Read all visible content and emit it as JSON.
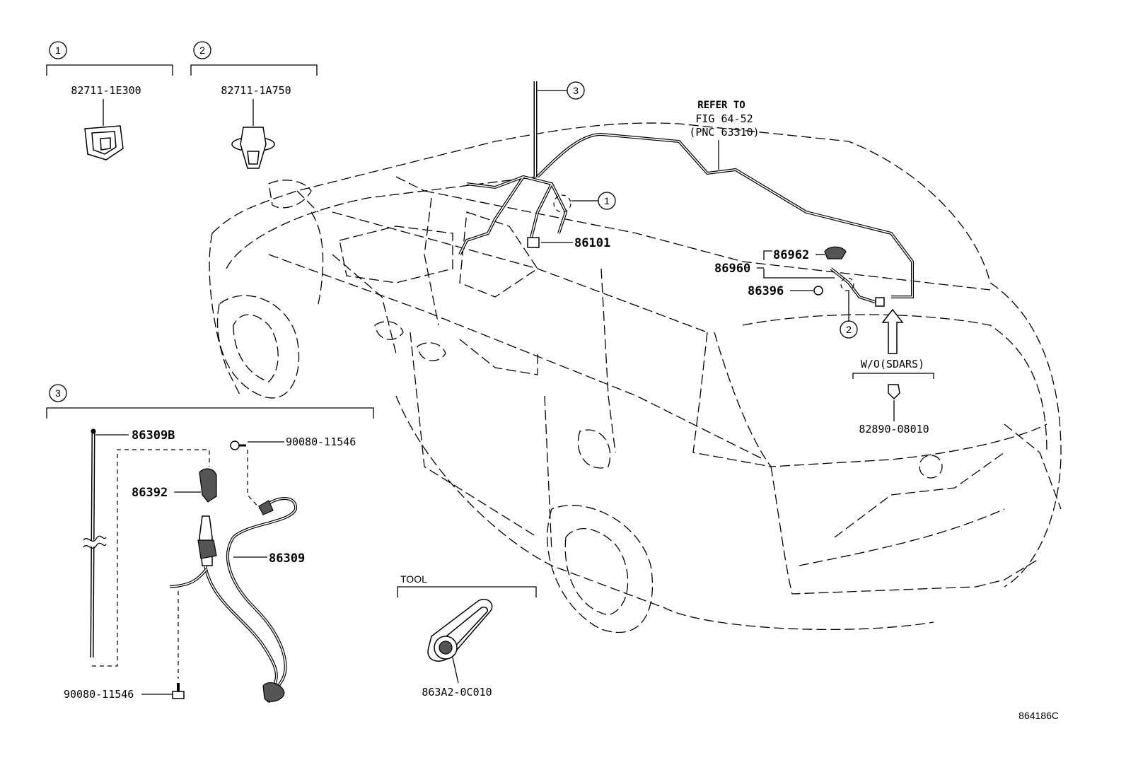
{
  "figure_code": "864186C",
  "callouts": {
    "one": "1",
    "two": "2",
    "three": "3"
  },
  "groups": {
    "group1": {
      "callout": "1",
      "part": "82711-1E300"
    },
    "group2": {
      "callout": "2",
      "part": "82711-1A750"
    },
    "group3": {
      "callout": "3",
      "parts": {
        "mast": "86309B",
        "screw_top": "90080-11546",
        "cover": "86392",
        "antenna_assy": "86309",
        "screw_bottom": "90080-11546"
      }
    },
    "tool": {
      "title": "TOOL",
      "part": "863A2-0C010"
    }
  },
  "vehicle_parts": {
    "wire_harness": "86101",
    "roof_antenna_set": "86960",
    "roof_antenna_cap": "86962",
    "antenna_nut": "86396"
  },
  "refer": {
    "line1": "REFER TO",
    "line2": "FIG 64-52",
    "line3": "(PNC 63310)"
  },
  "wo_sdars": {
    "label": "W/O(SDARS)",
    "part": "82890-08010"
  }
}
